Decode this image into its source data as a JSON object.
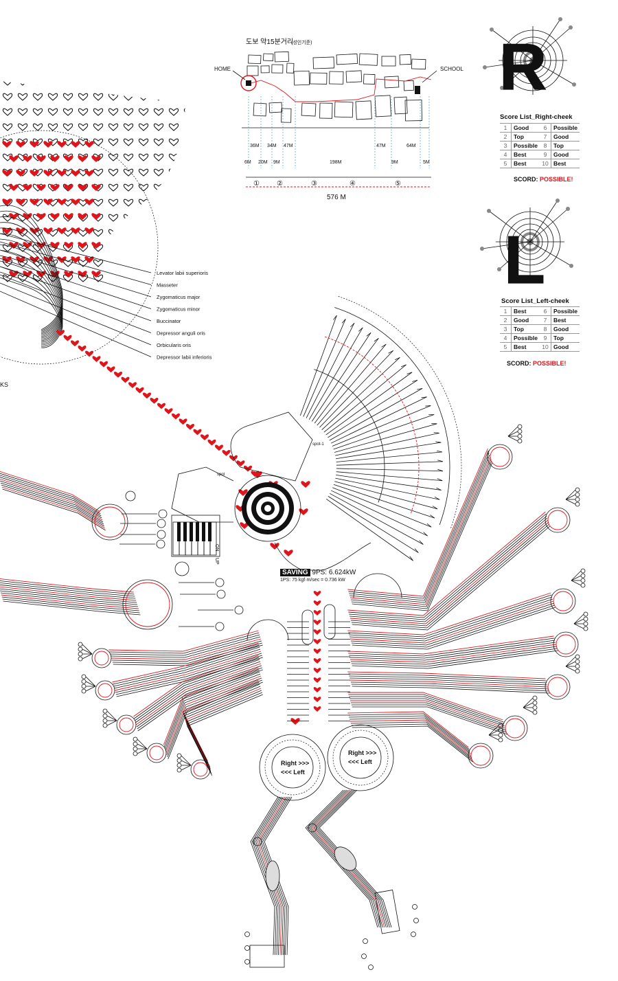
{
  "map": {
    "title": "도보 약15분거리",
    "title_note": "(성인기준)",
    "home_label": "HOME",
    "school_label": "SCHOOL",
    "segments_top": [
      "36M",
      "34M",
      "47M",
      "47M",
      "64M"
    ],
    "segments_bottom": [
      "6M",
      "20M",
      "9M",
      "198M",
      "9M",
      "5M"
    ],
    "circled_numbers": [
      "①",
      "②",
      "③",
      "④",
      "⑤"
    ],
    "total": "576 M"
  },
  "muscles": {
    "labels": [
      "Levator labii superioris",
      "Masseter",
      "Zygomaticus major",
      "Zygomaticus minor",
      "Buccinator",
      "Depressor anguli oris",
      "Orbicularis oris",
      "Depressor labii inferioris"
    ],
    "cut_label": "KS"
  },
  "score_right": {
    "title": "Score List_Right-cheek",
    "rows": [
      [
        "1",
        "Good",
        "6",
        "Possible"
      ],
      [
        "2",
        "Top",
        "7",
        "Good"
      ],
      [
        "3",
        "Possible",
        "8",
        "Top"
      ],
      [
        "4",
        "Best",
        "9",
        "Good"
      ],
      [
        "5",
        "Best",
        "10",
        "Best"
      ]
    ],
    "scord_label": "SCORD:",
    "scord_value": "POSSIBLE!"
  },
  "score_left": {
    "title": "Score List_Left-cheek",
    "rows": [
      [
        "1",
        "Best",
        "6",
        "Possible"
      ],
      [
        "2",
        "Good",
        "7",
        "Best"
      ],
      [
        "3",
        "Top",
        "8",
        "Good"
      ],
      [
        "4",
        "Possible",
        "9",
        "Top"
      ],
      [
        "5",
        "Best",
        "10",
        "Good"
      ]
    ],
    "scord_label": "SCORD:",
    "scord_value": "POSSIBLE!"
  },
  "power": {
    "saving_tag": "SAVING",
    "saving_value": "9PS: 6.624kW",
    "formula": "1PS: 75 kgf·m/sec = 0.736 kW"
  },
  "machine": {
    "spot_label": "spot-1",
    "spot_label_small": "spot",
    "on_label": "ON",
    "up_label": "UP"
  },
  "wheels": {
    "left_top": "Right >>>",
    "left_bottom": "<<< Left",
    "right_top": "Right >>>",
    "right_bottom": "<<< Left"
  },
  "colors": {
    "accent": "#e0151b",
    "ink": "#111111"
  }
}
